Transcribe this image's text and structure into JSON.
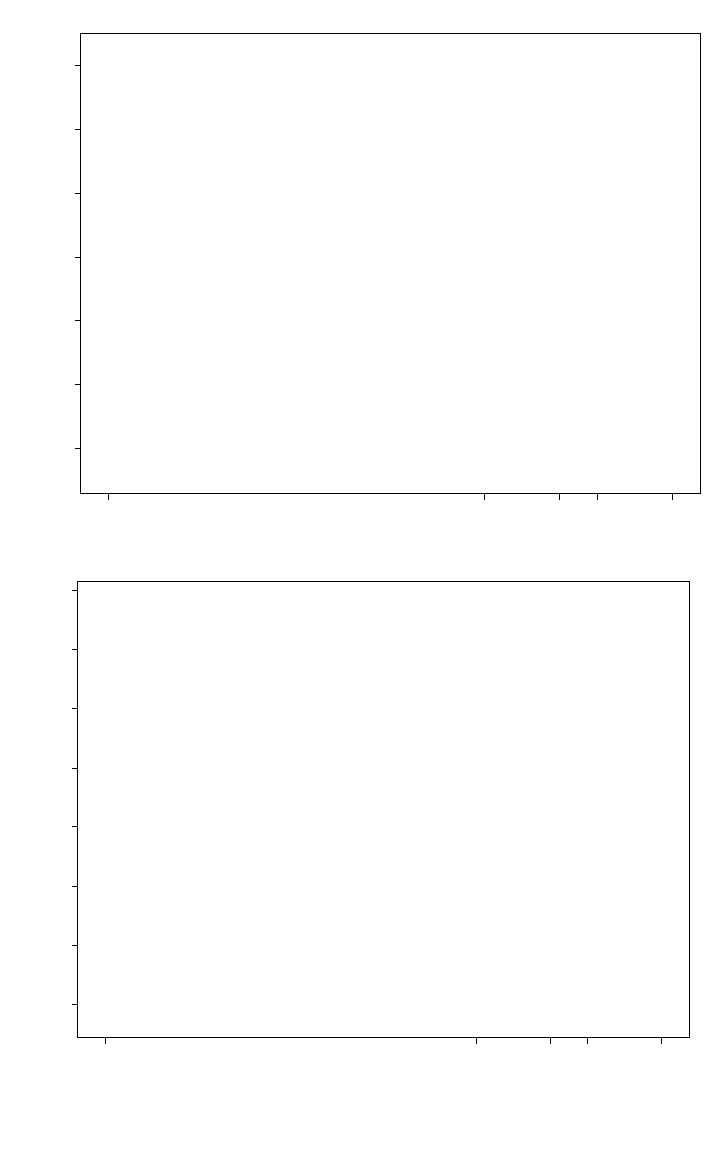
{
  "chart_data": [
    {
      "type": "scatter",
      "title": "",
      "xlabel": "",
      "ylabel": "",
      "series": [],
      "x_ticks": [
        {
          "position": 0.0
        },
        {
          "position": 0.667
        },
        {
          "position": 0.8
        },
        {
          "position": 0.867
        },
        {
          "position": 1.0
        }
      ],
      "y_ticks": [
        {
          "position": 0.0
        },
        {
          "position": 0.167
        },
        {
          "position": 0.333
        },
        {
          "position": 0.5
        },
        {
          "position": 0.667
        },
        {
          "position": 0.833
        },
        {
          "position": 1.0
        }
      ],
      "grid": false,
      "legend": "none",
      "colors": {
        "axes": "#000000",
        "background": "#ffffff"
      }
    },
    {
      "type": "scatter",
      "title": "",
      "xlabel": "",
      "ylabel": "",
      "series": [],
      "x_ticks": [
        {
          "position": 0.0
        },
        {
          "position": 0.667
        },
        {
          "position": 0.8
        },
        {
          "position": 0.867
        },
        {
          "position": 1.0
        }
      ],
      "y_ticks": [
        {
          "position": 0.0
        },
        {
          "position": 0.143
        },
        {
          "position": 0.286
        },
        {
          "position": 0.429
        },
        {
          "position": 0.571
        },
        {
          "position": 0.714
        },
        {
          "position": 0.857
        },
        {
          "position": 1.0
        }
      ],
      "grid": false,
      "legend": "none",
      "colors": {
        "axes": "#000000",
        "background": "#ffffff"
      }
    }
  ]
}
